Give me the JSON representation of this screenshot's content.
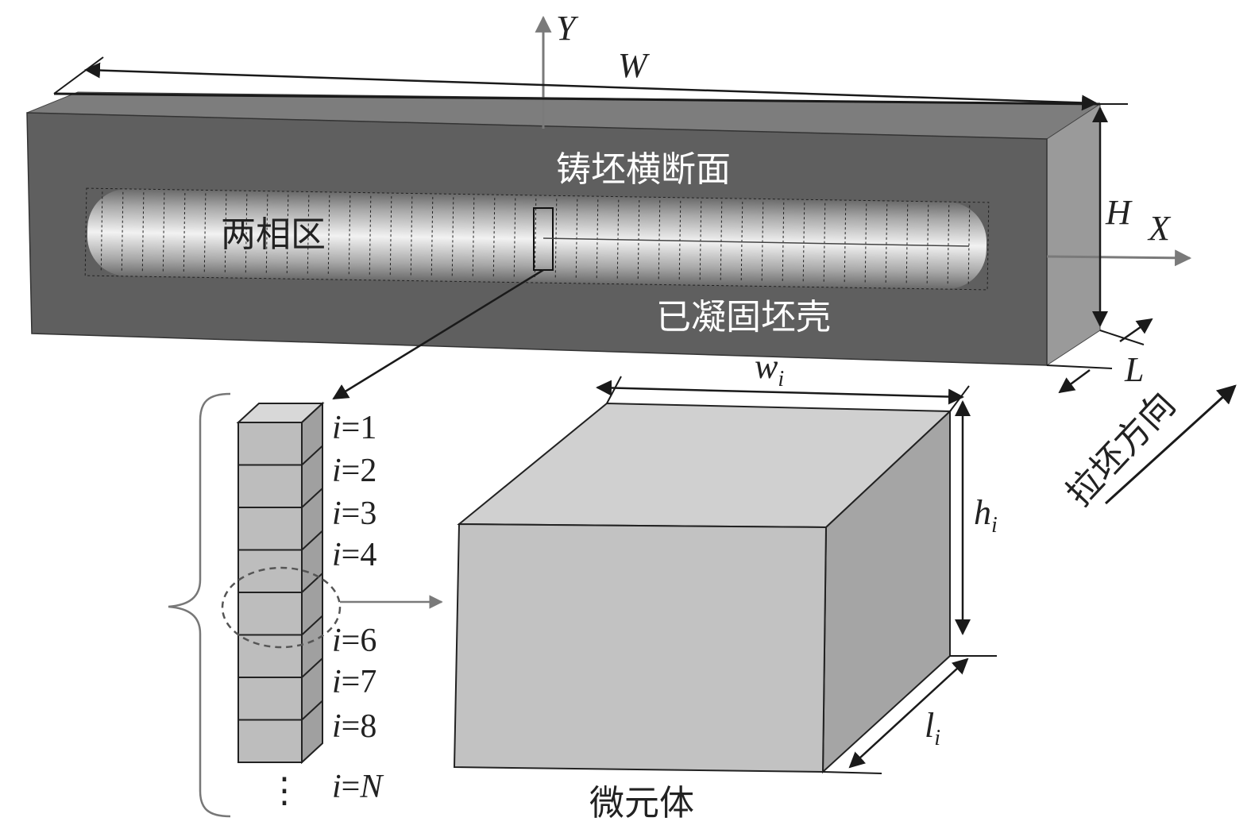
{
  "labels": {
    "axis_y": "Y",
    "axis_x": "X",
    "dim_width": "W",
    "dim_height": "H",
    "dim_length": "L",
    "cross_section": "铸坯横断面",
    "two_phase_zone": "两相区",
    "solidified_shell": "已凝固坯壳",
    "casting_direction": "拉坯方向",
    "micro_element": "微元体",
    "elem_width": "w",
    "elem_height": "h",
    "elem_length": "l",
    "subscript": "i",
    "ellipsis": "⋮"
  },
  "element_labels": [
    {
      "var": "i",
      "value": "=1"
    },
    {
      "var": "i",
      "value": "=2"
    },
    {
      "var": "i",
      "value": "=3"
    },
    {
      "var": "i",
      "value": "=4"
    },
    {
      "var": "i",
      "value": "=6"
    },
    {
      "var": "i",
      "value": "=7"
    },
    {
      "var": "i",
      "value": "=8"
    },
    {
      "var": "i",
      "value": "=N"
    }
  ],
  "colors": {
    "slab_front": "#5f5f5f",
    "slab_top": "#7d7d7d",
    "slab_side": "#9a9a9a",
    "cube_front": "#c2c2c2",
    "cube_top": "#d0d0d0",
    "cube_side": "#a5a5a5",
    "stack_face": "#bdbdbd",
    "line": "#1a1a1a",
    "arrow_gray": "#7a7a7a"
  }
}
